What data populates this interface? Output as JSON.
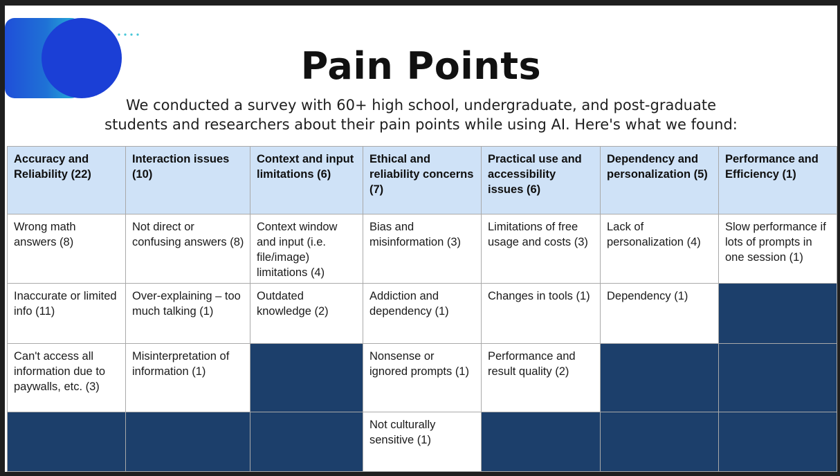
{
  "title": "Pain Points",
  "subtitle": {
    "line1": "We conducted a survey with 60+ high school, undergraduate, and post-graduate",
    "line2": "students and researchers about their pain points while using AI. Here's what we found:"
  },
  "colors": {
    "header_bg": "#cfe2f7",
    "empty_cell": "#1c3f6b",
    "circle": "#1b3fd6",
    "dots": "#46c6d8"
  },
  "table": {
    "headers": [
      "Accuracy and Reliability (22)",
      "Interaction issues (10)",
      "Context and input limitations (6)",
      "Ethical and reliability concerns (7)",
      "Practical use and accessibility issues (6)",
      "Dependency and personalization (5)",
      "Performance and Efficiency (1)"
    ],
    "rows": [
      [
        "Wrong math answers (8)",
        "Not direct or confusing answers (8)",
        "Context window and input (i.e. file/image) limitations (4)",
        "Bias and misinformation (3)",
        "Limitations of free usage and costs (3)",
        "Lack of personalization (4)",
        "Slow performance if lots of prompts in one session (1)"
      ],
      [
        "Inaccurate or limited info (11)",
        "Over-explaining – too much talking (1)",
        "Outdated knowledge (2)",
        "Addiction and dependency (1)",
        "Changes in tools (1)",
        "Dependency (1)",
        ""
      ],
      [
        "Can't access all information due to paywalls, etc. (3)",
        "Misinterpretation of information (1)",
        "",
        "Nonsense or ignored prompts (1)",
        "Performance and result quality (2)",
        "",
        ""
      ],
      [
        "",
        "",
        "",
        "Not culturally sensitive (1)",
        "",
        "",
        ""
      ]
    ]
  }
}
